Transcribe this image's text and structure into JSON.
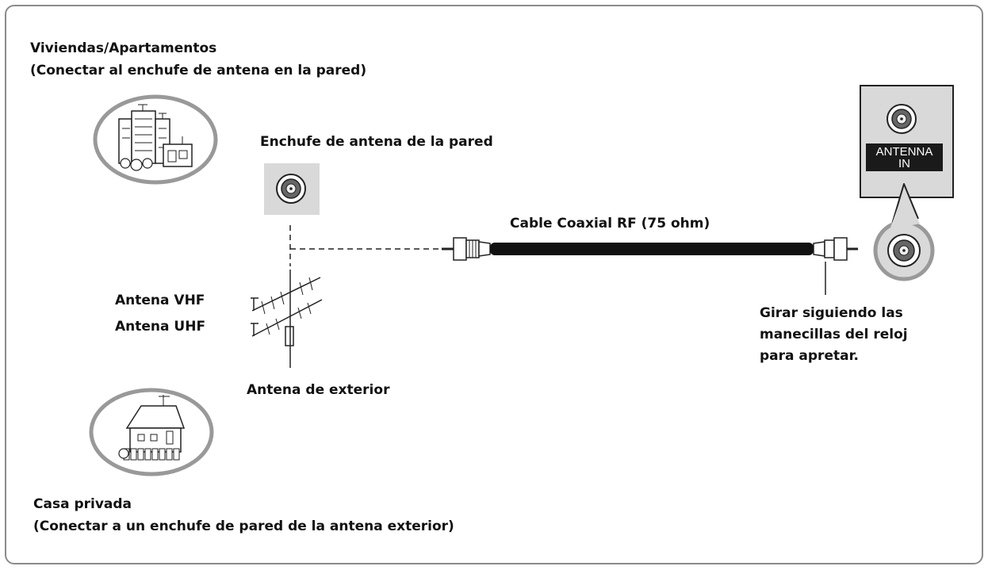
{
  "apartments": {
    "title": "Viviendas/Apartamentos",
    "subtitle": "(Conectar al enchufe de antena en la pared)"
  },
  "wall_outlet": {
    "label": "Enchufe de antena de la pared"
  },
  "cable": {
    "label": "Cable Coaxial RF (75 ohm)"
  },
  "antennas": {
    "vhf": "Antena VHF",
    "uhf": "Antena UHF",
    "outdoor": "Antena de exterior"
  },
  "tighten_note": {
    "line1": "Girar siguiendo las",
    "line2": "manecillas del reloj",
    "line3": "para apretar."
  },
  "tv_panel": {
    "jack_label_line1": "ANTENNA",
    "jack_label_line2": "IN"
  },
  "private_house": {
    "title": "Casa privada",
    "subtitle": "(Conectar a un enchufe de pared de la antena exterior)"
  },
  "colors": {
    "border": "#8a8a8a",
    "panel_gray": "#d9d9d9",
    "cable_black": "#111111"
  }
}
